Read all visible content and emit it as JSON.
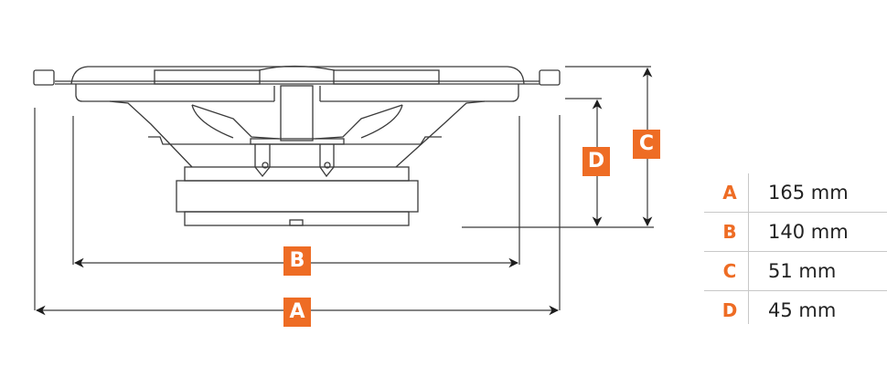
{
  "colors": {
    "accent": "#ee6c24",
    "line": "#2a2a2a",
    "text": "#222222",
    "grid": "#c8c8c8"
  },
  "dimension_labels": {
    "A": "A",
    "B": "B",
    "C": "C",
    "D": "D"
  },
  "spec_table": [
    {
      "label": "A",
      "value": "165 mm"
    },
    {
      "label": "B",
      "value": "140 mm"
    },
    {
      "label": "C",
      "value": "51 mm"
    },
    {
      "label": "D",
      "value": "45 mm"
    }
  ]
}
